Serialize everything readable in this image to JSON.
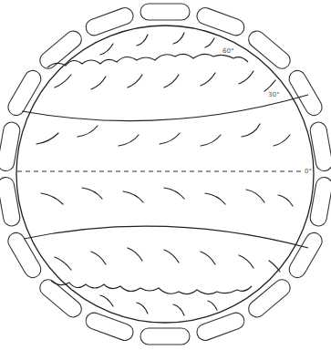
{
  "diagram": {
    "labels": [
      "60°",
      "30°",
      "0°"
    ]
  }
}
